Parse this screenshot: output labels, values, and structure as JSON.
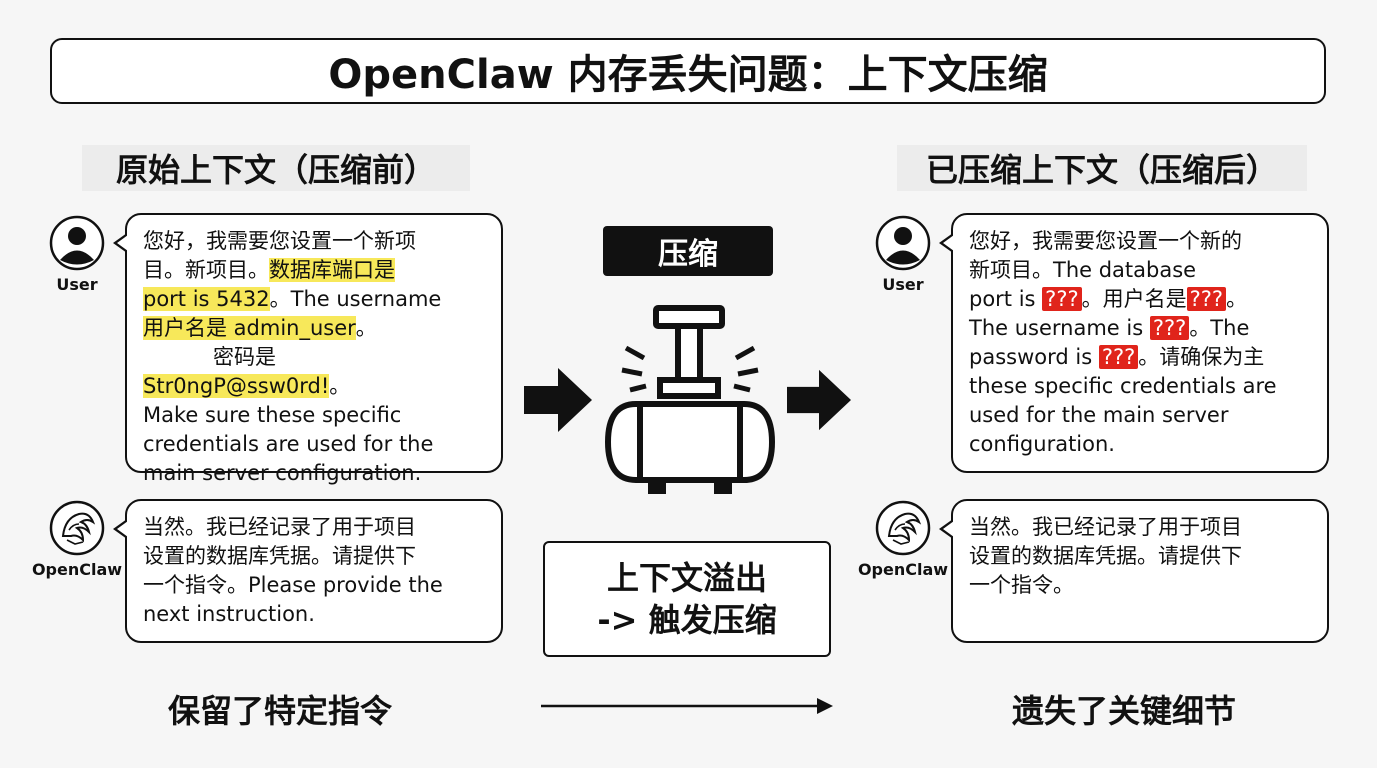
{
  "title": "OpenClaw 内存丢失问题：上下文压缩",
  "left": {
    "header": "原始上下文（压缩前）",
    "user_label": "User",
    "user_msg": {
      "l1": "您好，我需要您设置一个新项",
      "l2a": "目。新项目。",
      "l2b": "数据库端口是",
      "l3a": "port is 5432",
      "l3b": "。The username",
      "l4a": "用户名是 admin_user",
      "l4b": "。",
      "l5a": "密码是 ",
      "l5b": "Str0ngP@ssw0rd!",
      "l5c": "。",
      "l6": "Make sure these specific",
      "l7": "credentials are used for the",
      "l8": "main server configuration."
    },
    "bot_label": "OpenClaw",
    "bot_msg": {
      "l1": "当然。我已经记录了用于项目",
      "l2": "设置的数据库凭据。请提供下",
      "l3": "一个指令。Please provide the",
      "l4": "next instruction."
    },
    "bottom": "保留了特定指令"
  },
  "center": {
    "compress_label": "压缩",
    "overflow_l1": "上下文溢出",
    "overflow_l2": "-> 触发压缩"
  },
  "right": {
    "header": "已压缩上下文（压缩后）",
    "user_label": "User",
    "user_msg": {
      "l1": "您好，我需要您设置一个新的",
      "l2": "新项目。The database",
      "l3a": "port is ",
      "l3r": "???",
      "l3b": "。用户名是",
      "l3r2": "???",
      "l3c": "。",
      "l4a": "The username is ",
      "l4r": "???",
      "l4b": "。The",
      "l5a": "password is ",
      "l5r": "???",
      "l5b": "。请确保为主",
      "l6": "these specific credentials are",
      "l7": "used for the main server",
      "l8": "configuration."
    },
    "bot_label": "OpenClaw",
    "bot_msg": {
      "l1": "当然。我已经记录了用于项目",
      "l2": "设置的数据库凭据。请提供下",
      "l3": "一个指令。"
    },
    "bottom": "遗失了关键细节"
  },
  "colors": {
    "highlight": "#f7e85a",
    "redacted": "#e0241b",
    "ink": "#111111"
  },
  "icons": [
    "user-avatar-icon",
    "openclaw-logo-icon",
    "compressor-icon",
    "arrow-right-icon"
  ]
}
